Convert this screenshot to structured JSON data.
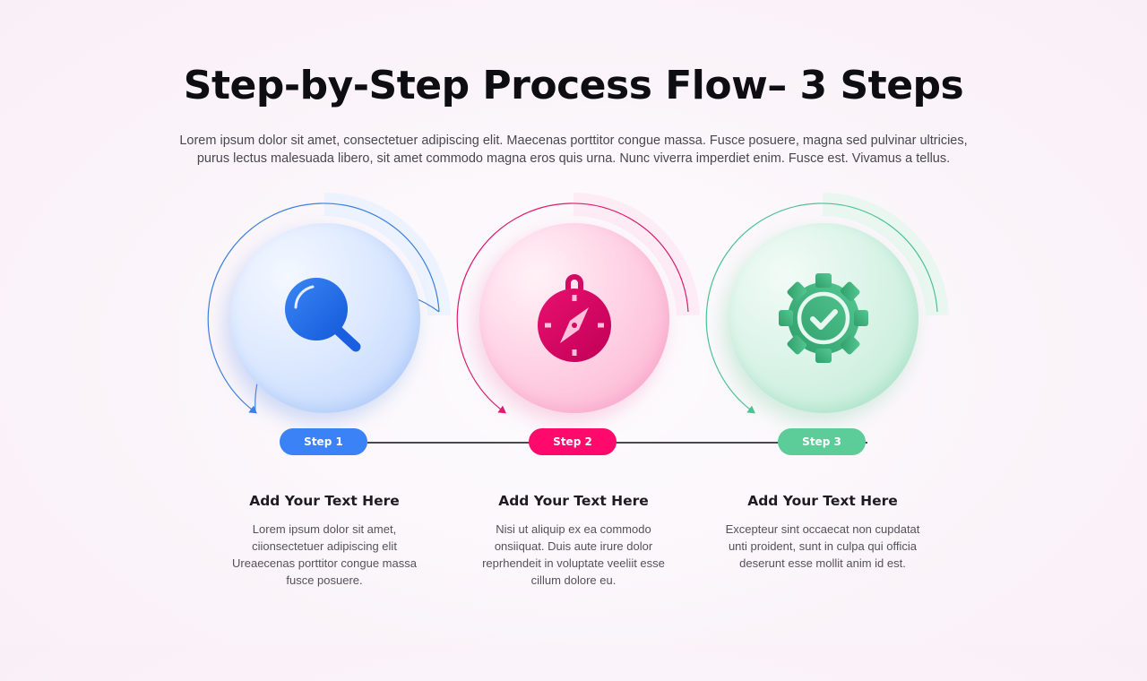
{
  "title": "Step-by-Step Process Flow– 3 Steps",
  "subtitle": "Lorem ipsum dolor sit amet, consectetuer adipiscing elit. Maecenas porttitor congue massa. Fusce posuere, magna sed pulvinar ultricies, purus lectus malesuada libero, sit amet commodo magna eros quis urna. Nunc viverra imperdiet enim. Fusce est. Vivamus a tellus.",
  "colors": {
    "step1": "#3b82f6",
    "step2": "#ff0a6c",
    "step3": "#5ccc98",
    "connector": "#4b4852"
  },
  "steps": [
    {
      "label": "Step 1",
      "icon": "magnifying-glass-icon",
      "heading": "Add Your Text Here",
      "description": "Lorem ipsum dolor sit amet, ciionsectetuer adipiscing elit Ureaecenas porttitor congue massa fusce posuere."
    },
    {
      "label": "Step 2",
      "icon": "compass-icon",
      "heading": "Add Your Text Here",
      "description": "Nisi ut aliquip ex ea commodo onsiiquat. Duis aute irure dolor reprhendeit in voluptate veeliit esse cillum dolore eu."
    },
    {
      "label": "Step 3",
      "icon": "gear-check-icon",
      "heading": "Add Your Text Here",
      "description": "Excepteur sint occaecat non cupdatat unti proident, sunt in culpa qui officia deserunt esse mollit anim id est."
    }
  ]
}
